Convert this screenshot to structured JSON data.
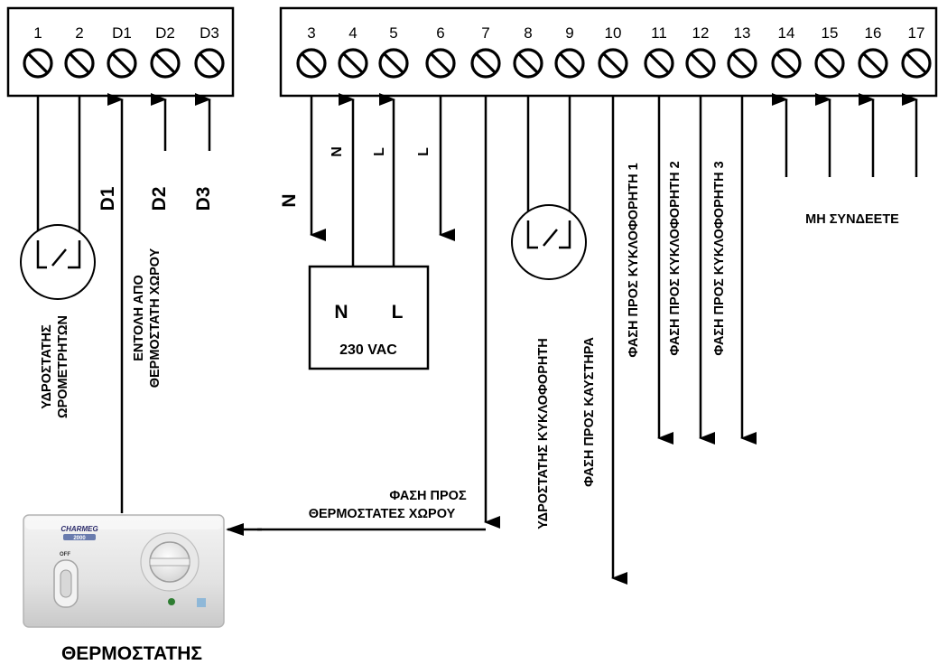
{
  "left_block": {
    "terminals": [
      "1",
      "2",
      "D1",
      "D2",
      "D3"
    ]
  },
  "right_block": {
    "terminals": [
      "3",
      "4",
      "5",
      "6",
      "7",
      "8",
      "9",
      "10",
      "11",
      "12",
      "13",
      "14",
      "15",
      "16",
      "17"
    ]
  },
  "wire_labels": {
    "t3": "N",
    "t4": "N",
    "t5": "L",
    "t6": "L",
    "d1": "D1",
    "d2": "D2",
    "d3": "D3"
  },
  "labels": {
    "hydrostat_hours_line1": "ΥΔΡΟΣΤΑΤΗΣ",
    "hydrostat_hours_line2": "ΩΡΟΜΕΤΡΗΤΩΝ",
    "room_command_line1": "ΕΝΤΟΛΗ ΑΠΟ",
    "room_command_line2": "ΘΕΡΜΟΣΤΑΤΗ ΧΩΡΟΥ",
    "hydrostat_pump": "ΥΔΡΟΣΤΑΤΗΣ ΚΥΚΛΟΦΟΡΗΤΗ",
    "phase_burner": "ΦΑΣΗ ΠΡΟΣ ΚΑΥΣΤΗΡΑ",
    "phase_pump1": "ΦΑΣΗ ΠΡΟΣ ΚΥΚΛΟΦΟΡΗΤΗ 1",
    "phase_pump2": "ΦΑΣΗ ΠΡΟΣ ΚΥΚΛΟΦΟΡΗΤΗ 2",
    "phase_pump3": "ΦΑΣΗ ΠΡΟΣ ΚΥΚΛΟΦΟΡΗΤΗ 3",
    "do_not_connect": "ΜΗ ΣΥΝΔΕΕΤΕ",
    "phase_thermostats_line1": "ΦΑΣΗ ΠΡΟΣ",
    "phase_thermostats_line2": "ΘΕΡΜΟΣΤΑΤΕΣ ΧΩΡΟΥ",
    "thermostat_caption": "ΘΕΡΜΟΣΤΑΤΗΣ"
  },
  "supply": {
    "n": "N",
    "l": "L",
    "voltage": "230 VAC"
  },
  "thermostat": {
    "brand": "CHARMEG",
    "model": "2000",
    "switch_label": "OFF"
  }
}
